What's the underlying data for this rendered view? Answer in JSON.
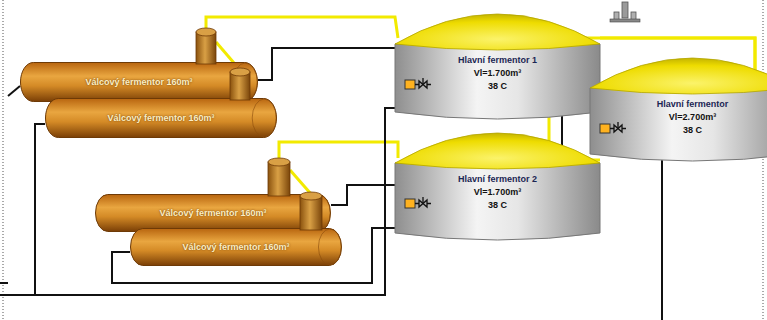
{
  "diagram": {
    "nodes": [
      {
        "text": [
          "Válcový fermentor 160m³"
        ]
      },
      {
        "text": [
          "Válcový fermentor 160m³"
        ]
      },
      {
        "text": [
          "Hlavní fermentor 1",
          "Vl=1.700m³",
          "38 C"
        ]
      },
      {
        "text": [
          "Válcový fermentor 160m³"
        ]
      },
      {
        "text": [
          "Válcový fermentor 160m³"
        ]
      },
      {
        "text": [
          "Hlavní fermentor 2",
          "Vl=1.700m³",
          "38 C"
        ]
      },
      {
        "text": [
          "Hlavní fermentor",
          "Vl=2.700m³",
          "38 C"
        ]
      }
    ],
    "edges": [
      {
        "from": 0,
        "to": 2,
        "arrow": "none"
      },
      {
        "from": 1,
        "to": 2,
        "arrow": "none"
      },
      {
        "from": 3,
        "to": 5,
        "arrow": "none"
      },
      {
        "from": 4,
        "to": 5,
        "arrow": "none"
      },
      {
        "from": 2,
        "to": 6,
        "arrow": "none"
      },
      {
        "from": 5,
        "to": 6,
        "arrow": "none"
      },
      {
        "from": 2,
        "to": 6,
        "arrow": "none"
      },
      {
        "from": 5,
        "to": 6,
        "arrow": "none"
      }
    ]
  }
}
